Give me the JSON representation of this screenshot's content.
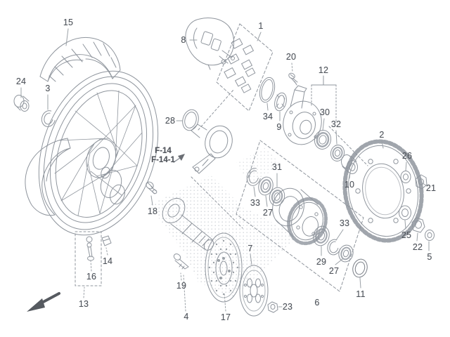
{
  "diagram": {
    "type": "exploded-parts-diagram",
    "subject": "Rear wheel assembly",
    "background_color": "#ffffff",
    "line_color": "#8f959d",
    "label_color": "#4f545b",
    "ref_note": {
      "line1": "F-14",
      "line2": "F-14-1"
    },
    "callouts": [
      {
        "number": "15"
      },
      {
        "number": "24"
      },
      {
        "number": "3"
      },
      {
        "number": "8"
      },
      {
        "number": "1"
      },
      {
        "number": "20"
      },
      {
        "number": "12"
      },
      {
        "number": "34"
      },
      {
        "number": "9"
      },
      {
        "number": "30"
      },
      {
        "number": "32"
      },
      {
        "number": "28"
      },
      {
        "number": "2"
      },
      {
        "number": "26"
      },
      {
        "number": "21"
      },
      {
        "number": "25"
      },
      {
        "number": "22"
      },
      {
        "number": "5"
      },
      {
        "number": "10"
      },
      {
        "number": "31"
      },
      {
        "number": "33"
      },
      {
        "number": "27"
      },
      {
        "number": "29"
      },
      {
        "number": "33"
      },
      {
        "number": "27"
      },
      {
        "number": "11"
      },
      {
        "number": "7"
      },
      {
        "number": "6"
      },
      {
        "number": "23"
      },
      {
        "number": "17"
      },
      {
        "number": "4"
      },
      {
        "number": "19"
      },
      {
        "number": "18"
      },
      {
        "number": "14"
      },
      {
        "number": "16"
      },
      {
        "number": "13"
      }
    ]
  }
}
